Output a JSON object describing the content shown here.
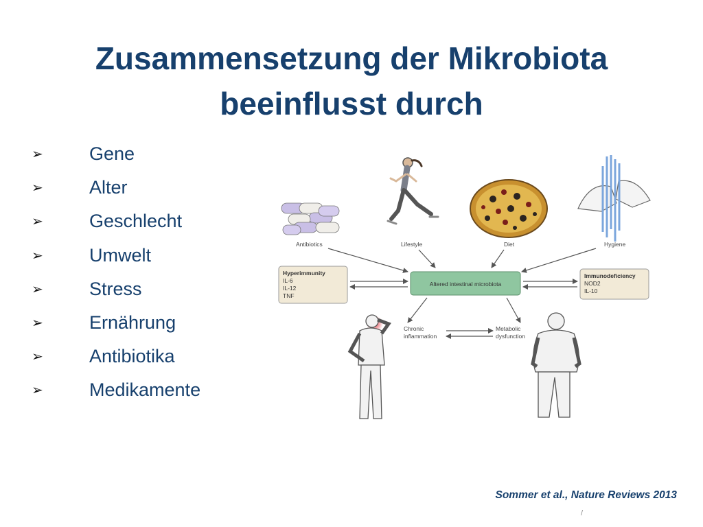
{
  "slide": {
    "title_line1": "Zusammensetzung der Mikrobiota",
    "title_line2": "beeinflusst durch",
    "bullet_marker": "➢",
    "bullets": [
      "Gene",
      "Alter",
      "Geschlecht",
      "Umwelt",
      "Stress",
      "Ernährung",
      "Antibiotika",
      "Medikamente"
    ],
    "citation": "Sommer et al., Nature Reviews 2013",
    "slide_number": "/"
  },
  "diagram": {
    "top_factors": [
      "Antibiotics",
      "Lifestyle",
      "Diet",
      "Hygiene"
    ],
    "center_label": "Altered intestinal microbiota",
    "left_box": {
      "title": "Hyperimmunity",
      "items": [
        "IL-6",
        "IL-12",
        "TNF"
      ]
    },
    "right_box": {
      "title": "Immunodeficiency",
      "items": [
        "NOD2",
        "IL-10"
      ]
    },
    "outcome_left": [
      "Chronic",
      "inflammation"
    ],
    "outcome_right": [
      "Metabolic",
      "dysfunction"
    ],
    "colors": {
      "center_fill": "#8fc6a0",
      "side_box_fill": "#f2ead7",
      "arrow": "#555555",
      "title": "#17406d"
    }
  }
}
